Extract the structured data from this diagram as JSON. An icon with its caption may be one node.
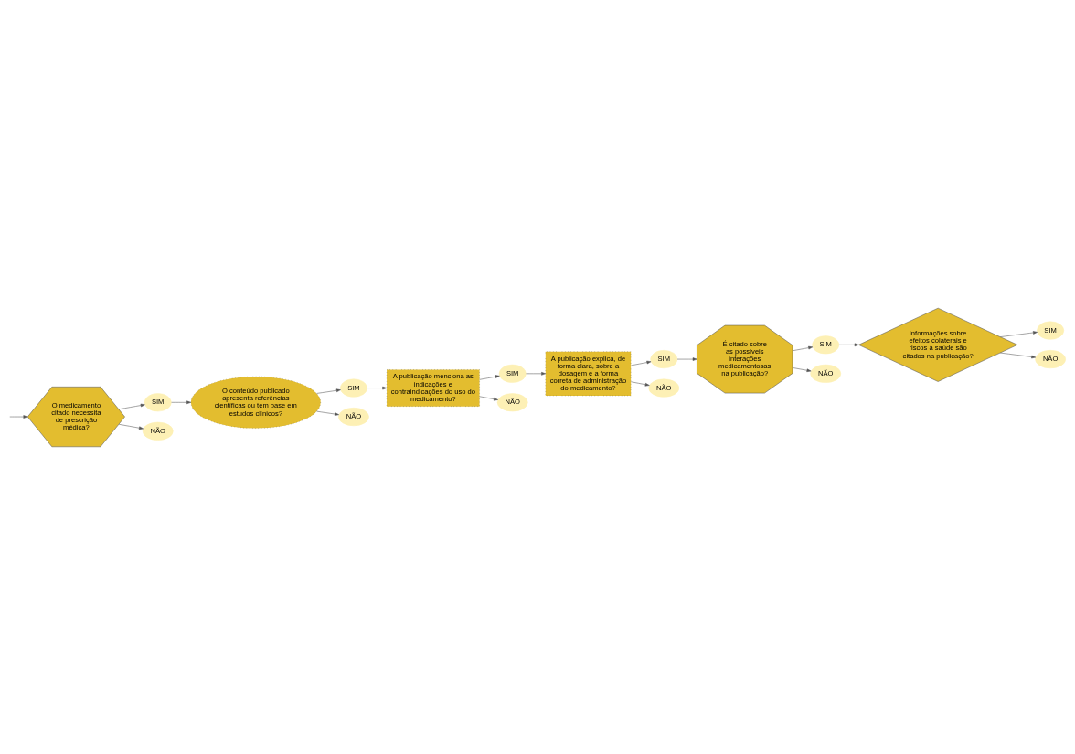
{
  "diagram": {
    "nodes": [
      {
        "text": [
          "O medicamento citado necessita de prescrição médica?"
        ]
      },
      {
        "text": [
          "SIM"
        ]
      },
      {
        "text": [
          "NÃO"
        ]
      },
      {
        "text": [
          "O conteúdo publicado apresenta referências científicas ou tem base em estudos clínicos?"
        ]
      },
      {
        "text": [
          "SIM"
        ]
      },
      {
        "text": [
          "NÃO"
        ]
      },
      {
        "text": [
          "A publicação menciona as indicações e contraindicações do uso do medicamento?"
        ]
      },
      {
        "text": [
          "SIM"
        ]
      },
      {
        "text": [
          "NÃO"
        ]
      },
      {
        "text": [
          "A publicação explica, de forma clara, sobre a dosagem e a forma correta de administração do medicamento?"
        ]
      },
      {
        "text": [
          "SIM"
        ]
      },
      {
        "text": [
          "NÃO"
        ]
      },
      {
        "text": [
          "É citado sobre as possíveis interações medicamentosas na publicação?"
        ]
      },
      {
        "text": [
          "SIM"
        ]
      },
      {
        "text": [
          "NÃO"
        ]
      },
      {
        "text": [
          "Informações sobre efeitos colaterais e riscos à saúde são citados na publicação?"
        ]
      },
      {
        "text": [
          "SIM"
        ]
      },
      {
        "text": [
          "NÃO"
        ]
      }
    ],
    "edges": [
      {
        "from": null,
        "to": 0,
        "arrow": "to"
      },
      {
        "from": 0,
        "to": 1,
        "arrow": "to"
      },
      {
        "from": 0,
        "to": 2,
        "arrow": "to"
      },
      {
        "from": 1,
        "to": 3,
        "arrow": "to"
      },
      {
        "from": 3,
        "to": 4,
        "arrow": "to"
      },
      {
        "from": 3,
        "to": 5,
        "arrow": "to"
      },
      {
        "from": 4,
        "to": 6,
        "arrow": "to"
      },
      {
        "from": 6,
        "to": 7,
        "arrow": "to"
      },
      {
        "from": 6,
        "to": 8,
        "arrow": "to"
      },
      {
        "from": 7,
        "to": 9,
        "arrow": "to"
      },
      {
        "from": 9,
        "to": 10,
        "arrow": "to"
      },
      {
        "from": 9,
        "to": 11,
        "arrow": "to"
      },
      {
        "from": 10,
        "to": 12,
        "arrow": "to"
      },
      {
        "from": 12,
        "to": 13,
        "arrow": "to"
      },
      {
        "from": 12,
        "to": 14,
        "arrow": "to"
      },
      {
        "from": 13,
        "to": 15,
        "arrow": "to"
      },
      {
        "from": 15,
        "to": 16,
        "arrow": "to"
      },
      {
        "from": 15,
        "to": 17,
        "arrow": "to"
      }
    ]
  }
}
